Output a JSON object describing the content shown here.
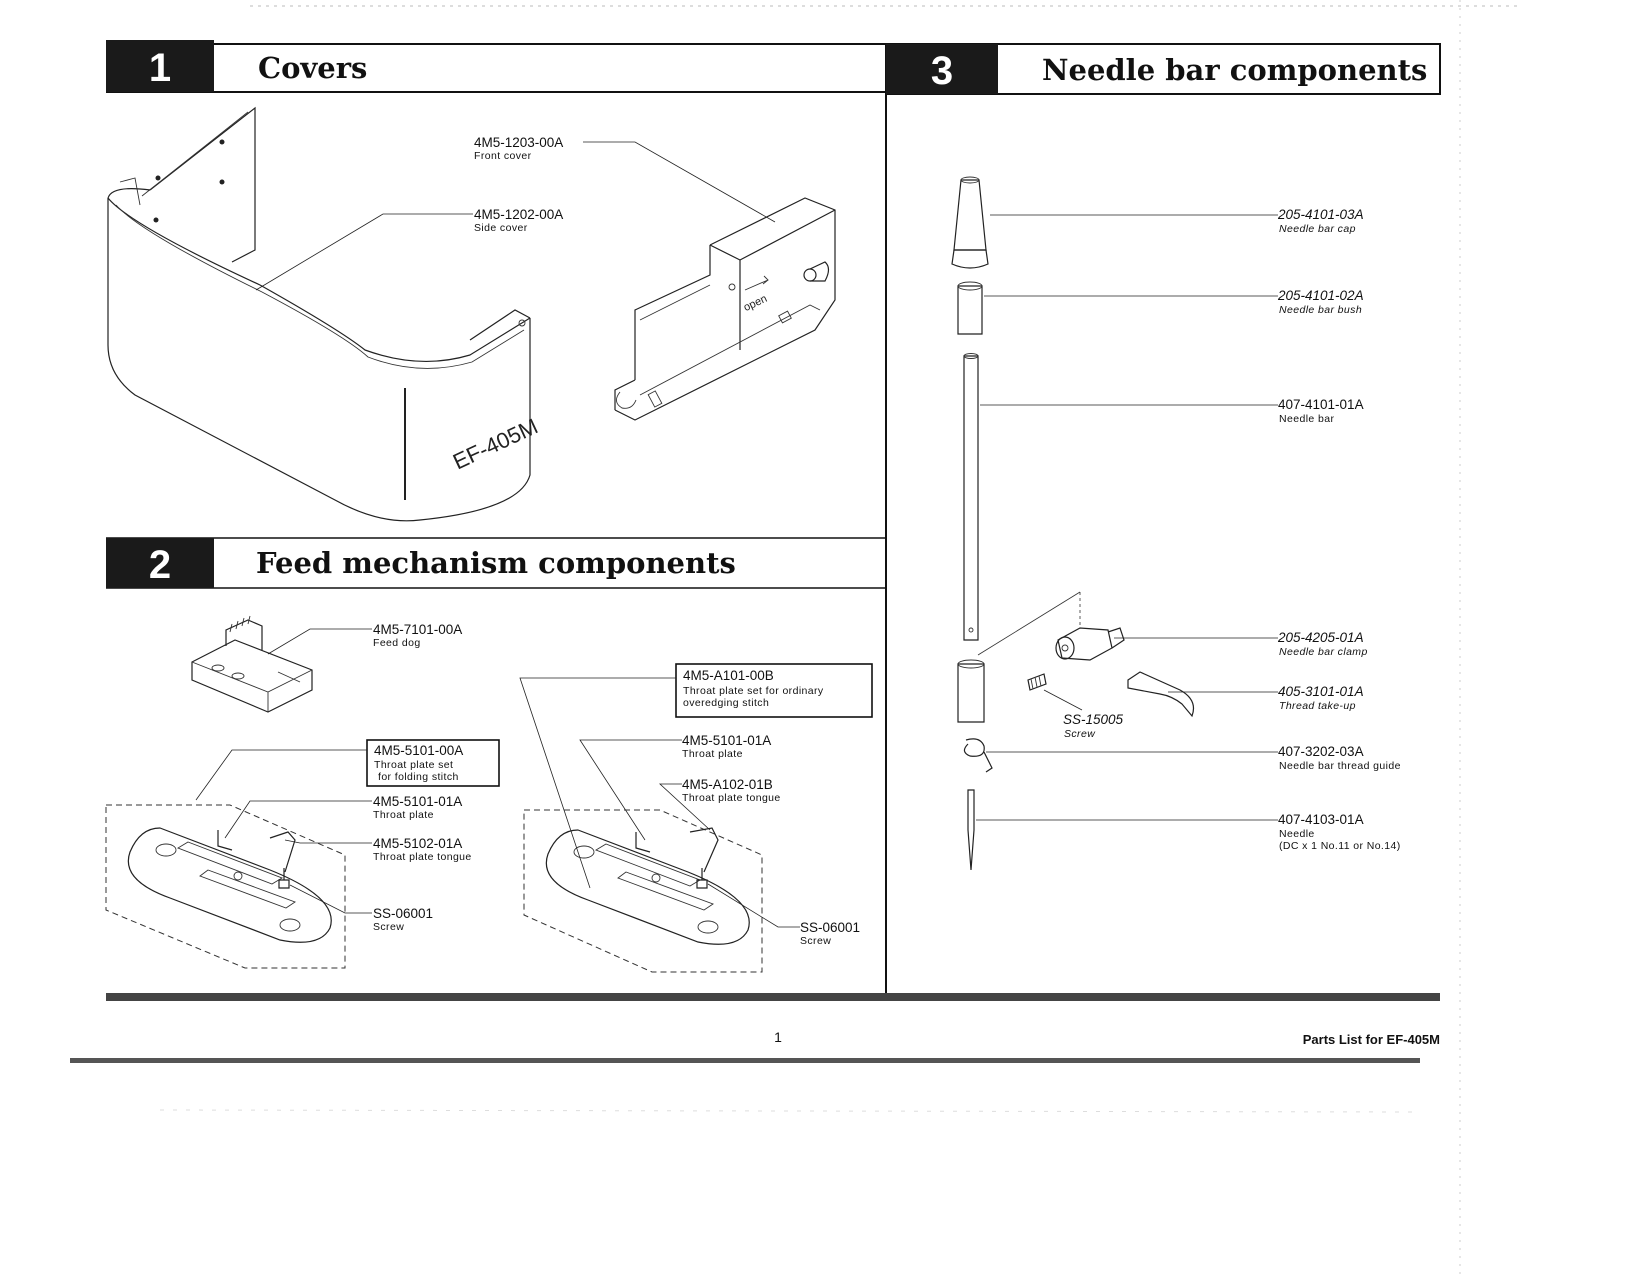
{
  "sections": [
    {
      "number": "1",
      "title": "Covers"
    },
    {
      "number": "2",
      "title": "Feed mechanism components"
    },
    {
      "number": "3",
      "title": "Needle bar components"
    }
  ],
  "covers": {
    "model_stamp": "EF-405M",
    "open_label": "open",
    "parts": [
      {
        "number": "4M5-1203-00A",
        "name": "Front cover"
      },
      {
        "number": "4M5-1202-00A",
        "name": "Side cover"
      }
    ]
  },
  "feed": {
    "feed_dog": {
      "number": "4M5-7101-00A",
      "name": "Feed dog"
    },
    "set_folding": {
      "number": "4M5-5101-00A",
      "name_line1": "Throat plate set",
      "name_line2": "for folding stitch",
      "parts": [
        {
          "number": "4M5-5101-01A",
          "name": "Throat plate"
        },
        {
          "number": "4M5-5102-01A",
          "name": "Throat plate tongue"
        },
        {
          "number": "SS-06001",
          "name": "Screw"
        }
      ]
    },
    "set_ordinary": {
      "number": "4M5-A101-00B",
      "name_line1": "Throat plate set for ordinary",
      "name_line2": "overedging stitch",
      "parts": [
        {
          "number": "4M5-5101-01A",
          "name": "Throat plate"
        },
        {
          "number": "4M5-A102-01B",
          "name": "Throat plate tongue"
        },
        {
          "number": "SS-06001",
          "name": "Screw"
        }
      ]
    }
  },
  "needle": {
    "parts": [
      {
        "number": "205-4101-03A",
        "name": "Needle bar cap"
      },
      {
        "number": "205-4101-02A",
        "name": "Needle bar bush"
      },
      {
        "number": "407-4101-01A",
        "name": "Needle bar"
      },
      {
        "number": "205-4205-01A",
        "name": "Needle bar clamp"
      },
      {
        "number": "405-3101-01A",
        "name": "Thread take-up"
      },
      {
        "number": "SS-15005",
        "name": "Screw"
      },
      {
        "number": "407-3202-03A",
        "name": "Needle bar thread guide"
      },
      {
        "number": "407-4103-01A",
        "name": "Needle",
        "note": "(DC x 1  No.11 or No.14)"
      }
    ]
  },
  "footer": {
    "page_number": "1",
    "title": "Parts List for EF-405M"
  }
}
